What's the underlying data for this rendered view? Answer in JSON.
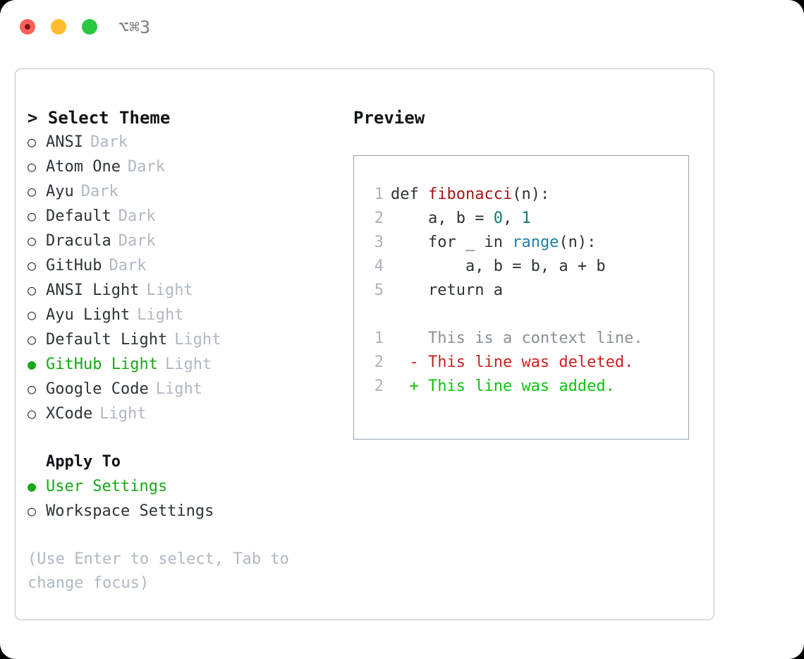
{
  "window": {
    "shortcut": "⌥⌘3",
    "traffic_lights": [
      {
        "name": "close",
        "color": "#ff6059"
      },
      {
        "name": "minimize",
        "color": "#ffbd2e"
      },
      {
        "name": "maximize",
        "color": "#28c840"
      }
    ]
  },
  "left": {
    "title": "> Select Theme",
    "themes": [
      {
        "marker": "○",
        "name": "ANSI",
        "tag": "Dark",
        "selected": false
      },
      {
        "marker": "○",
        "name": "Atom One",
        "tag": "Dark",
        "selected": false
      },
      {
        "marker": "○",
        "name": "Ayu",
        "tag": "Dark",
        "selected": false
      },
      {
        "marker": "○",
        "name": "Default",
        "tag": "Dark",
        "selected": false
      },
      {
        "marker": "○",
        "name": "Dracula",
        "tag": "Dark",
        "selected": false
      },
      {
        "marker": "○",
        "name": "GitHub",
        "tag": "Dark",
        "selected": false
      },
      {
        "marker": "○",
        "name": "ANSI Light",
        "tag": "Light",
        "selected": false
      },
      {
        "marker": "○",
        "name": "Ayu Light",
        "tag": "Light",
        "selected": false
      },
      {
        "marker": "○",
        "name": "Default Light",
        "tag": "Light",
        "selected": false
      },
      {
        "marker": "●",
        "name": "GitHub Light",
        "tag": "Light",
        "selected": true
      },
      {
        "marker": "○",
        "name": "Google Code",
        "tag": "Light",
        "selected": false
      },
      {
        "marker": "○",
        "name": "XCode",
        "tag": "Light",
        "selected": false
      }
    ],
    "apply_to": {
      "title": "Apply To",
      "options": [
        {
          "marker": "●",
          "label": "User Settings",
          "selected": true
        },
        {
          "marker": "○",
          "label": "Workspace Settings",
          "selected": false
        }
      ]
    },
    "hint": "(Use Enter to select, Tab to change focus)"
  },
  "right": {
    "title": "Preview",
    "code": {
      "lines": [
        {
          "n": "1",
          "indent": "",
          "parts": [
            {
              "t": "def ",
              "c": "code"
            },
            {
              "t": "fibonacci",
              "c": "tok-fn"
            },
            {
              "t": "(n):",
              "c": "code"
            }
          ]
        },
        {
          "n": "2",
          "indent": "    ",
          "parts": [
            {
              "t": "a, b = ",
              "c": "code"
            },
            {
              "t": "0",
              "c": "tok-num"
            },
            {
              "t": ", ",
              "c": "code"
            },
            {
              "t": "1",
              "c": "tok-num"
            }
          ]
        },
        {
          "n": "3",
          "indent": "    ",
          "parts": [
            {
              "t": "for _ in ",
              "c": "code"
            },
            {
              "t": "range",
              "c": "tok-kw"
            },
            {
              "t": "(n):",
              "c": "code"
            }
          ]
        },
        {
          "n": "4",
          "indent": "        ",
          "parts": [
            {
              "t": "a, b = b, a + b",
              "c": "code"
            }
          ]
        },
        {
          "n": "5",
          "indent": "    ",
          "parts": [
            {
              "t": "return a",
              "c": "code"
            }
          ]
        }
      ]
    },
    "diff": {
      "lines": [
        {
          "n": "1",
          "sign": "  ",
          "text": "This is a context line.",
          "kind": "diff-ctx"
        },
        {
          "n": "2",
          "sign": "- ",
          "text": "This line was deleted.",
          "kind": "diff-del"
        },
        {
          "n": "2",
          "sign": "+ ",
          "text": "This line was added.",
          "kind": "diff-add"
        }
      ]
    }
  },
  "colors": {
    "selected_green": "#16a916",
    "added_green": "#11c211",
    "deleted_red": "#cc2121",
    "function_red": "#a31515",
    "keyword_blue": "#1f7fa8",
    "number_teal": "#0f7a6e",
    "muted_gray": "#b0b8c2",
    "border_gray": "#b9c2cc",
    "preview_border": "#94a1b0"
  }
}
